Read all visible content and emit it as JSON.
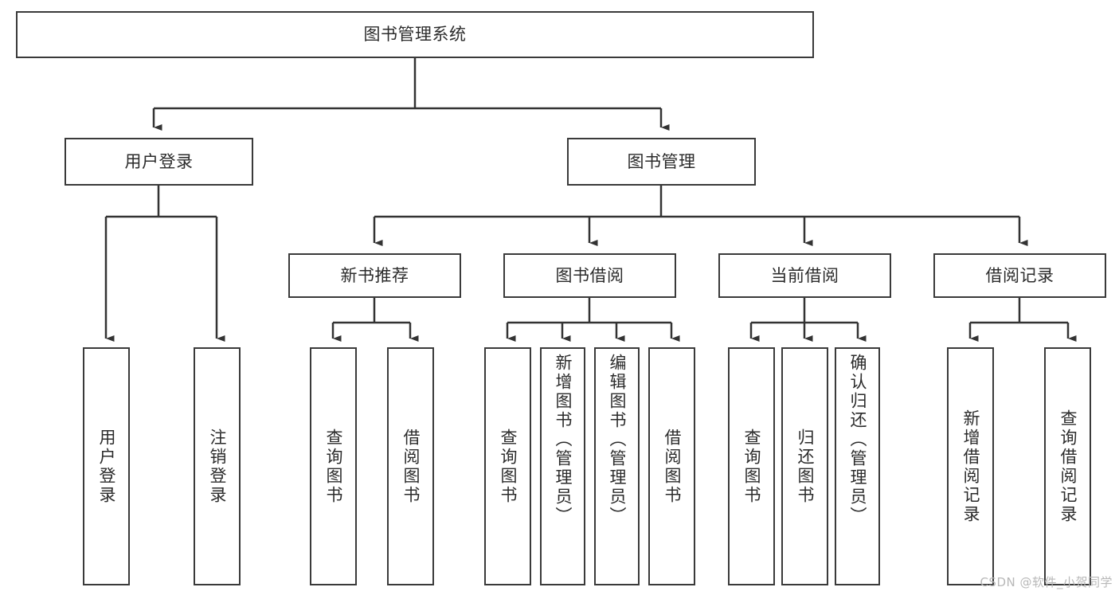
{
  "diagram": {
    "type": "tree-hierarchy-diagram",
    "title": "图书管理系统",
    "colors": {
      "box_border": "#3a3a3a",
      "box_fill": "#ffffff",
      "text": "#2b2b2b",
      "connector": "#333333",
      "background": "#ffffff",
      "watermark": "#b8b8b8"
    },
    "root": {
      "label": "图书管理系统",
      "orientation": "horizontal"
    },
    "level2": [
      {
        "label": "用户登录",
        "orientation": "horizontal"
      },
      {
        "label": "图书管理",
        "orientation": "horizontal"
      }
    ],
    "level3": [
      {
        "label": "新书推荐",
        "orientation": "horizontal",
        "parent": "图书管理"
      },
      {
        "label": "图书借阅",
        "orientation": "horizontal",
        "parent": "图书管理"
      },
      {
        "label": "当前借阅",
        "orientation": "horizontal",
        "parent": "图书管理"
      },
      {
        "label": "借阅记录",
        "orientation": "horizontal",
        "parent": "图书管理"
      }
    ],
    "leaves": [
      {
        "label": "用户登录",
        "orientation": "vertical",
        "parent": "用户登录"
      },
      {
        "label": "注销登录",
        "orientation": "vertical",
        "parent": "用户登录"
      },
      {
        "label": "查询图书",
        "orientation": "vertical",
        "parent": "新书推荐"
      },
      {
        "label": "借阅图书",
        "orientation": "vertical",
        "parent": "新书推荐"
      },
      {
        "label": "查询图书",
        "orientation": "vertical",
        "parent": "图书借阅"
      },
      {
        "label": "新增图书（管理员）",
        "orientation": "vertical",
        "parent": "图书借阅"
      },
      {
        "label": "编辑图书（管理员）",
        "orientation": "vertical",
        "parent": "图书借阅"
      },
      {
        "label": "借阅图书",
        "orientation": "vertical",
        "parent": "图书借阅"
      },
      {
        "label": "查询图书",
        "orientation": "vertical",
        "parent": "当前借阅"
      },
      {
        "label": "归还图书",
        "orientation": "vertical",
        "parent": "当前借阅"
      },
      {
        "label": "确认归还（管理员）",
        "orientation": "vertical",
        "parent": "当前借阅"
      },
      {
        "label": "新增借阅记录",
        "orientation": "vertical",
        "parent": "借阅记录"
      },
      {
        "label": "查询借阅记录",
        "orientation": "vertical",
        "parent": "借阅记录"
      }
    ]
  },
  "watermark": {
    "text": "CSDN @软件_小贺同学"
  }
}
